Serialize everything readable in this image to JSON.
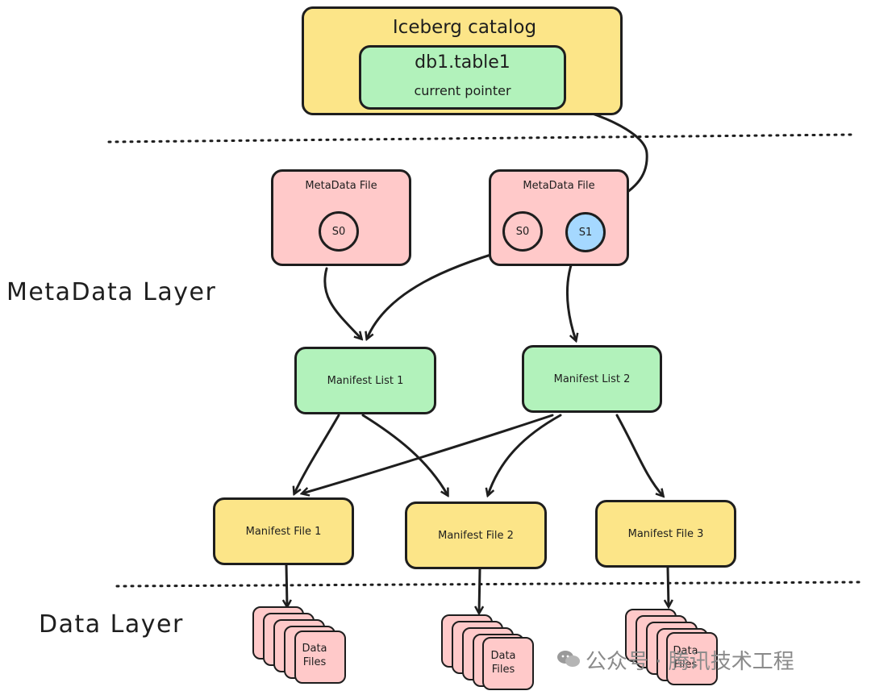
{
  "catalog": {
    "title": "Iceberg catalog",
    "table_name": "db1.table1",
    "pointer_label": "current pointer"
  },
  "layers": {
    "metadata": "MetaData Layer",
    "data": "Data Layer"
  },
  "metadata_files": [
    {
      "title": "MetaData File",
      "snapshots": [
        "S0"
      ]
    },
    {
      "title": "MetaData File",
      "snapshots": [
        "S0",
        "S1"
      ]
    }
  ],
  "manifest_lists": [
    "Manifest List 1",
    "Manifest List 2"
  ],
  "manifest_files": [
    "Manifest File 1",
    "Manifest File 2",
    "Manifest File 3"
  ],
  "data_files": {
    "line1": "Data",
    "line2": "Files"
  },
  "watermark": {
    "text": "公众号 · 腾讯技术工程",
    "icon": "wechat-icon"
  },
  "colors": {
    "catalog": "#fce588",
    "table": "#b2f2bb",
    "metadata": "#ffc9c9",
    "snapshot_current": "#a5d8ff",
    "manifest_list": "#b2f2bb",
    "manifest_file": "#fce588",
    "data_file": "#ffc9c9"
  }
}
